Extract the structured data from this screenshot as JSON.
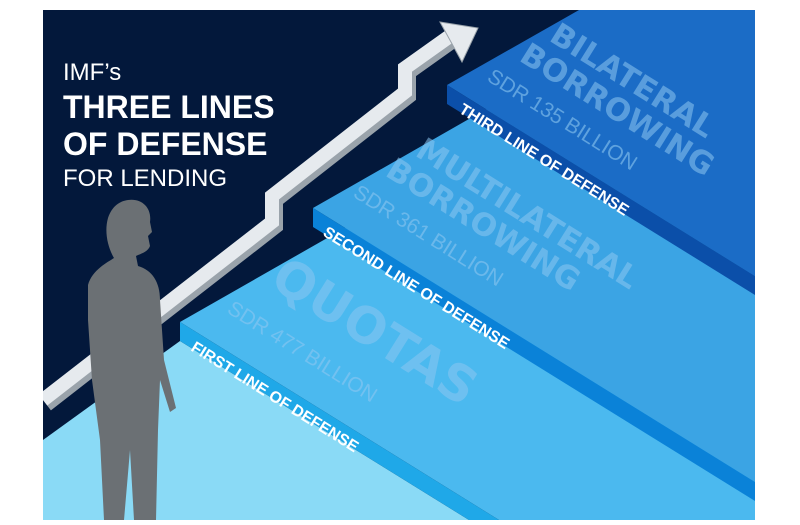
{
  "title": {
    "line1": "IMF’s",
    "line2": "THREE LINES",
    "line3": "OF DEFENSE",
    "line4": "FOR LENDING"
  },
  "steps": [
    {
      "name": "QUOTAS",
      "name2": "",
      "amount": "SDR 477 BILLION",
      "line": "FIRST LINE OF DEFENSE"
    },
    {
      "name": "MULTILATERAL",
      "name2": "BORROWING",
      "amount": "SDR 361 BILLION",
      "line": "SECOND LINE OF DEFENSE"
    },
    {
      "name": "BILATERAL",
      "name2": "BORROWING",
      "amount": "SDR 135 BILLION",
      "line": "THIRD LINE OF DEFENSE"
    }
  ],
  "colors": {
    "background": "#03183b",
    "third_top": "#1b6cc6",
    "third_band": "#0b4fa9",
    "second_top": "#3ba4e4",
    "second_band": "#0a82d8",
    "first_top": "#4bb9ef",
    "first_band": "#1fa8e8",
    "floor": "#8adaf6",
    "arrow": "#e6eaee",
    "person": "#6b7074"
  }
}
